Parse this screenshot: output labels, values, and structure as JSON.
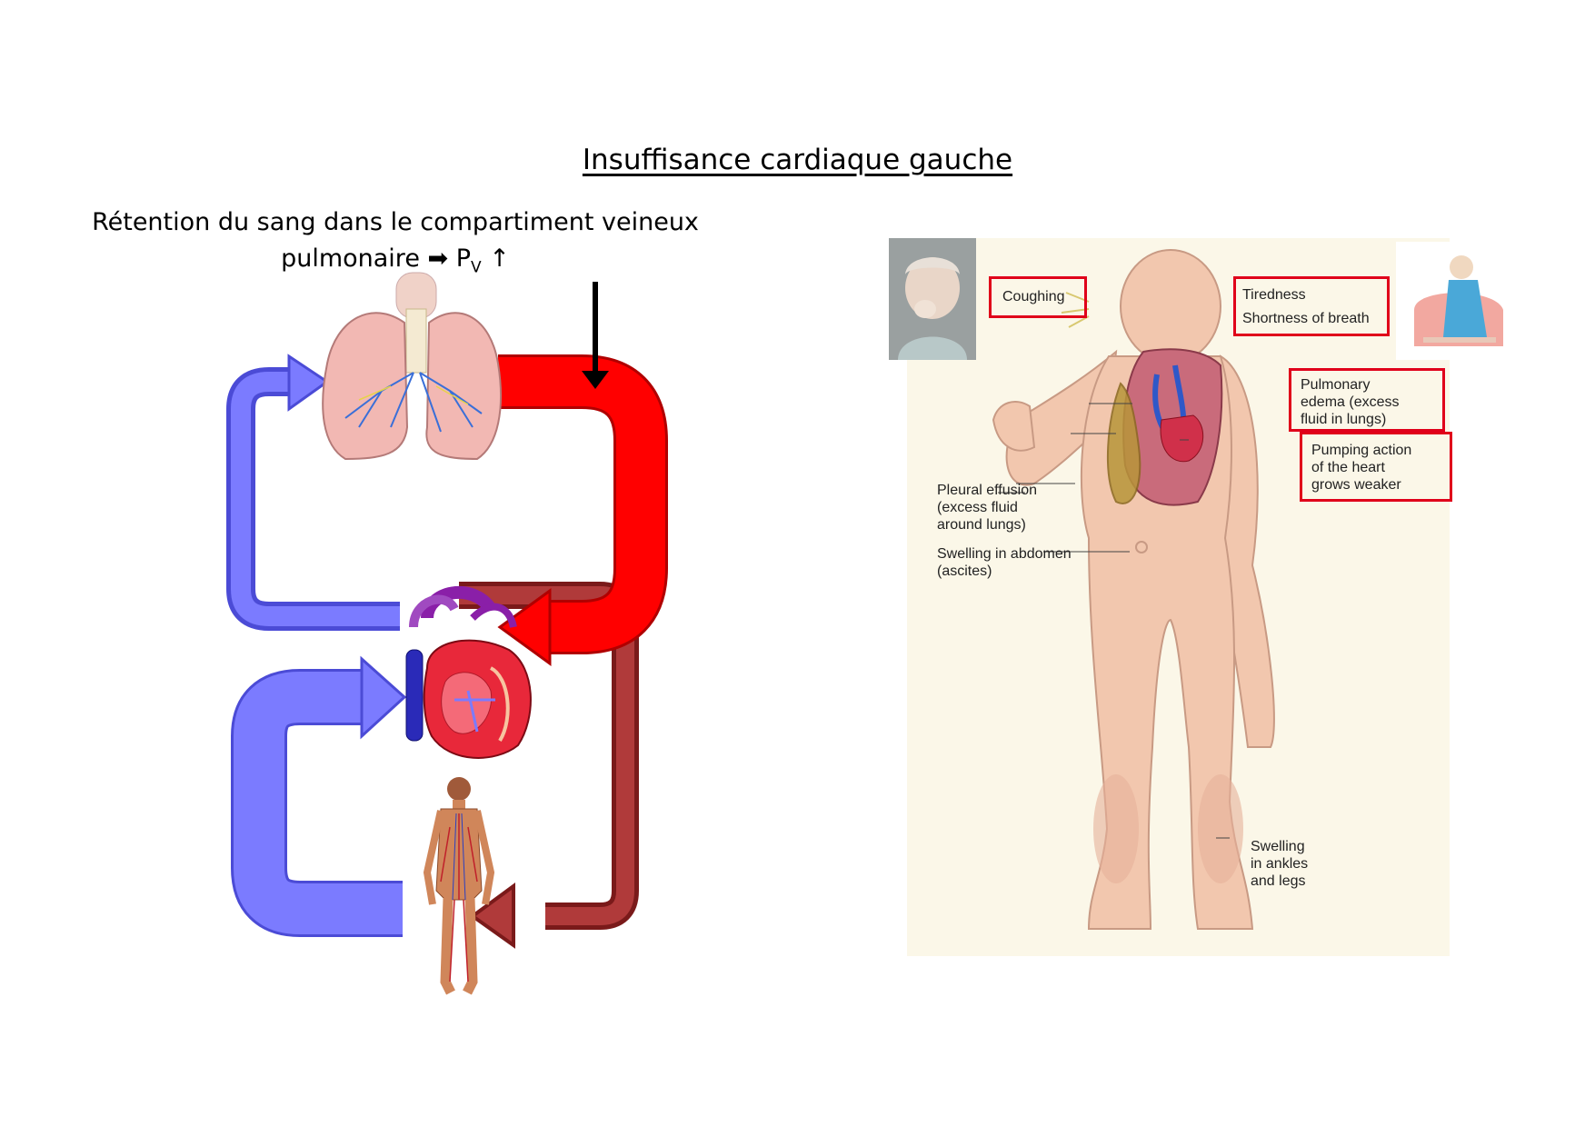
{
  "title": "Insuffisance cardiaque gauche",
  "subtitle": {
    "line1": "Rétention du sang dans le compartiment veineux",
    "line2_text": "pulmonaire",
    "arrow_symbol": "➡",
    "pressure_main": "P",
    "pressure_sub": "V",
    "up_symbol": "↑"
  },
  "colors": {
    "venous_blue": "#7b7bff",
    "venous_blue_border": "#4b4bd6",
    "arterial_red": "#ff0000",
    "arterial_red_border": "#b00000",
    "systemic_dark_red": "#9b2b2b",
    "highlight_box": "#e0001a",
    "panel_background": "#fbf7e8"
  },
  "icons": [
    "lungs-illustration",
    "heart-illustration",
    "human-circulatory-figure",
    "coughing-woman-photo",
    "tired-woman-illustration",
    "body-illustration"
  ],
  "symptoms_panel": {
    "highlighted": {
      "coughing": "Coughing",
      "tiredness": "Tiredness",
      "shortness_of_breath": "Shortness of breath",
      "pulmonary_edema": "Pulmonary\nedema (excess\nfluid in lungs)",
      "pumping_action": "Pumping action\nof the heart\ngrows weaker"
    },
    "other_labels": {
      "pleural_effusion": "Pleural effusion\n(excess fluid\naround lungs)",
      "swelling_abdomen": "Swelling in abdomen\n(ascites)",
      "swelling_legs": "Swelling\nin ankles\nand legs"
    }
  }
}
